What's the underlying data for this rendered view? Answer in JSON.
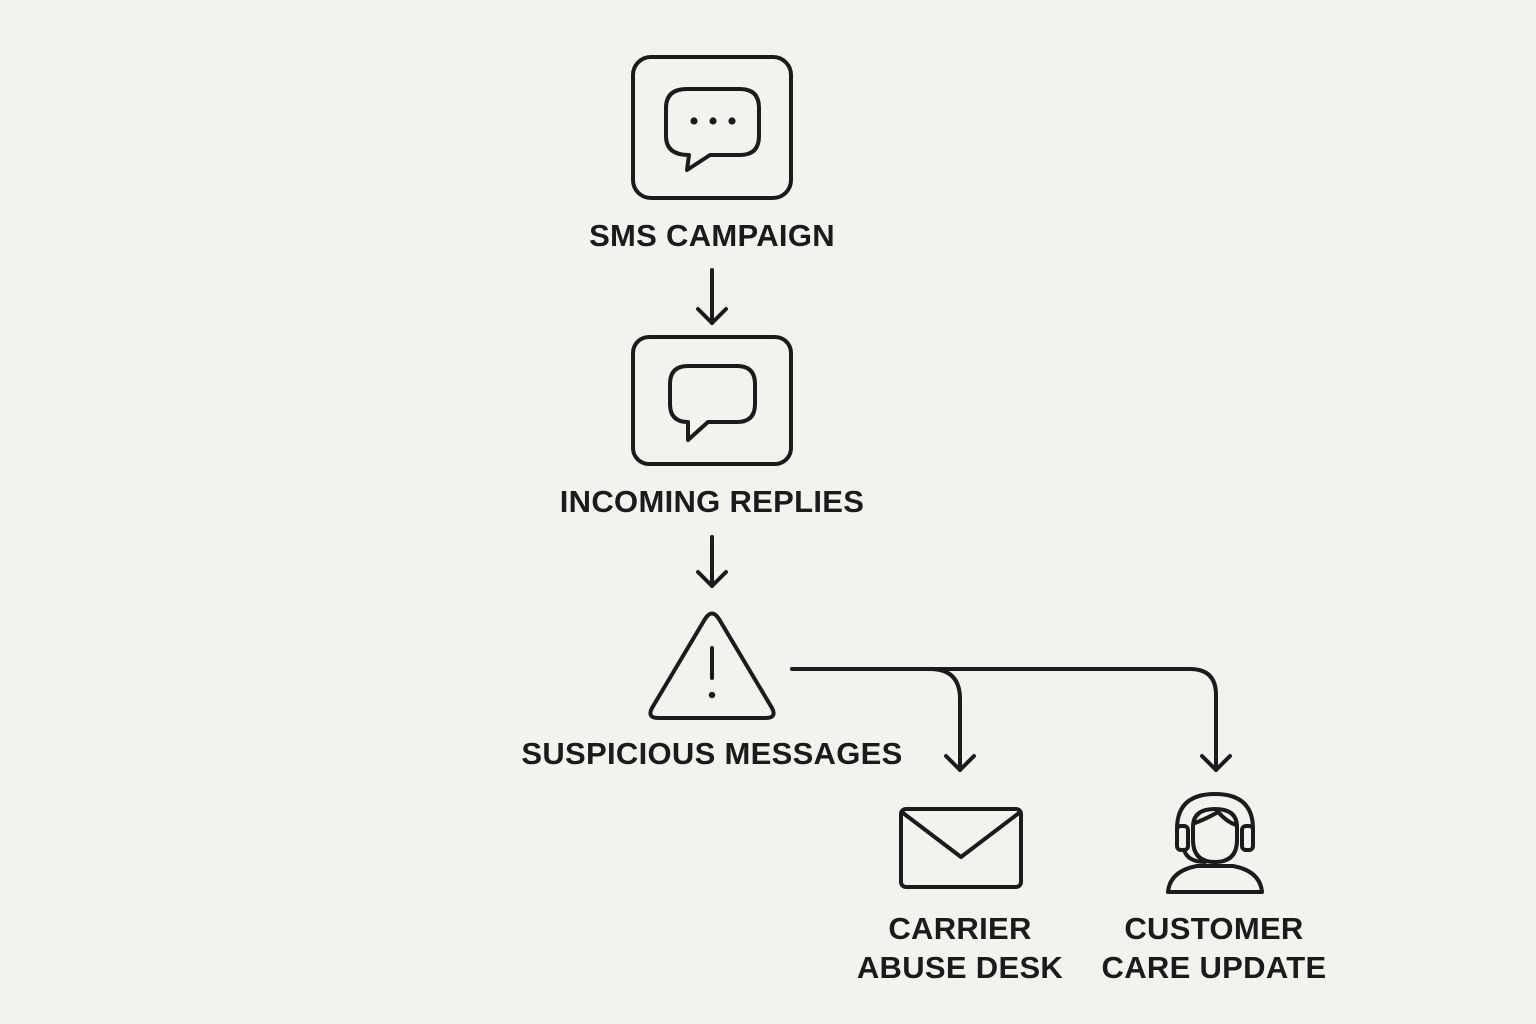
{
  "theme": {
    "background": "#f4f2ee",
    "stroke": "#1b1b1b"
  },
  "nodes": {
    "sms_campaign": {
      "icon": "chat-bubble-dots-icon",
      "label": "SMS CAMPAIGN"
    },
    "incoming_replies": {
      "icon": "chat-bubble-icon",
      "label": "INCOMING REPLIES"
    },
    "suspicious_messages": {
      "icon": "warning-triangle-icon",
      "label": "SUSPICIOUS MESSAGES"
    },
    "carrier_abuse_desk": {
      "icon": "envelope-icon",
      "label_line1": "CARRIER",
      "label_line2": "ABUSE DESK"
    },
    "customer_care_update": {
      "icon": "headset-agent-icon",
      "label_line1": "CUSTOMER",
      "label_line2": "CARE UPDATE"
    }
  }
}
